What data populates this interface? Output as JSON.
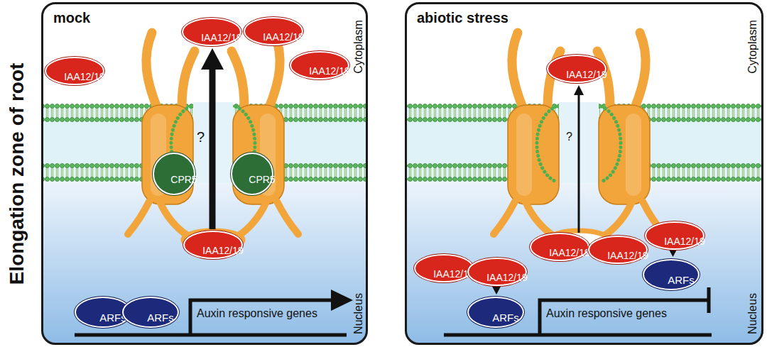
{
  "diagram": {
    "nodes": [
      {
        "text": [
          "mock",
          "Cytoplasm",
          "Nucleus"
        ]
      },
      {
        "text": [
          "IAA12/19"
        ],
        "in": 0
      },
      {
        "text": [
          "IAA12/19"
        ],
        "in": 0
      },
      {
        "text": [
          "IAA12/19"
        ],
        "in": 0
      },
      {
        "text": [
          "IAA12/19"
        ],
        "in": 0
      },
      {
        "text": [
          "CPR5"
        ],
        "in": 0
      },
      {
        "text": [
          "CPR5"
        ],
        "in": 0
      },
      {
        "text": [
          "IAA12/19"
        ],
        "in": 0
      },
      {
        "text": [
          "ARFs"
        ],
        "in": 0
      },
      {
        "text": [
          "ARFs"
        ],
        "in": 0
      },
      {
        "text": [
          "abiotic stress",
          "Cytoplasm",
          "Nucleus"
        ]
      },
      {
        "text": [
          "IAA12/19"
        ],
        "in": 10
      },
      {
        "text": [
          "IAA12/19"
        ],
        "in": 10
      },
      {
        "text": [
          "IAA12/19"
        ],
        "in": 10
      },
      {
        "text": [
          "IAA12/19"
        ],
        "in": 10
      },
      {
        "text": [
          "IAA12/19"
        ],
        "in": 10
      },
      {
        "text": [
          "ARFs"
        ],
        "in": 10
      },
      {
        "text": [
          "IAA12/19"
        ],
        "in": 10
      },
      {
        "text": [
          "ARFs"
        ],
        "in": 10
      }
    ],
    "edges": [
      {
        "from": 7,
        "to": 2,
        "arrow": "to"
      },
      {
        "from": 12,
        "to": 16,
        "arrow": "to"
      },
      {
        "from": 17,
        "to": 18,
        "arrow": "to"
      }
    ],
    "labels": [
      "Elongation zone of root",
      "?",
      "Auxin responsive genes",
      "?",
      "Auxin responsive genes"
    ]
  }
}
